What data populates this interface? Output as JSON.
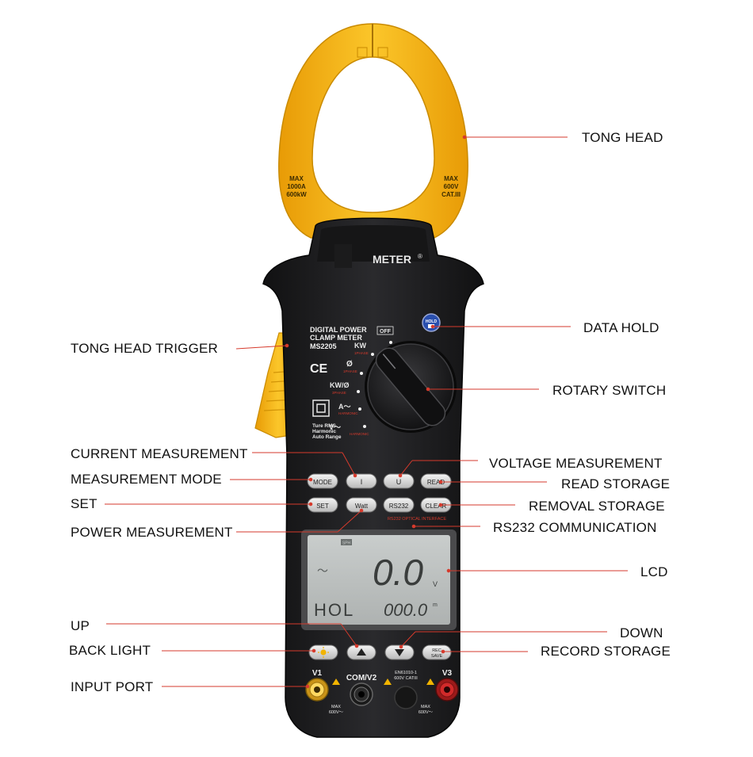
{
  "device": {
    "brand": "METER",
    "brand_mark": "®",
    "title_line1": "DIGITAL POWER",
    "title_line2": "CLAMP METER",
    "model": "MS2205",
    "jaw_left_line1": "MAX",
    "jaw_left_line2": "1000A",
    "jaw_left_line3": "600kW",
    "jaw_right_line1": "MAX",
    "jaw_right_line2": "600V",
    "jaw_right_line3": "CAT.III",
    "ce_mark": "CE",
    "features_line1": "Ture RMS",
    "features_line2": "Harmonic",
    "features_line3": "Auto Range",
    "dial": {
      "off": "OFF",
      "kw": "KW",
      "kw_sub": "1PHASE",
      "phi": "Ø",
      "phi_sub": "1PHASE",
      "kwphi": "KW/Ø",
      "kwphi_sub": "3PHASE",
      "amp": "A～",
      "amp_sub": "HARMONIC",
      "volt": "V～",
      "volt_sub": "HARMONIC"
    },
    "hold_button": "HOLD",
    "buttons": {
      "mode": "MODE",
      "current": "I",
      "voltage": "U",
      "read": "READ",
      "set": "SET",
      "watt": "Watt",
      "rs232": "RS232",
      "clear": "CLEAR",
      "rec_line1": "REC",
      "rec_line2": "SAVE"
    },
    "interface_label": "RS232 OPTICAL INTERFACE",
    "lcd": {
      "tag": "SPH",
      "main_value": "0.0",
      "unit": "V",
      "tilde": "～",
      "hold_text": "HOL",
      "sub_value": "000.0",
      "sub_unit": "m"
    },
    "ports": {
      "v1": "V1",
      "com": "COM/V2",
      "v3": "V3",
      "standard_line1": "EN61010-1",
      "standard_line2": "600V CATIII",
      "max_line1": "MAX",
      "max_line2": "600V～"
    }
  },
  "callouts": {
    "tong_head": "TONG HEAD",
    "data_hold": "DATA HOLD",
    "tong_head_trigger": "TONG HEAD TRIGGER",
    "rotary_switch": "ROTARY SWITCH",
    "current_measurement": "CURRENT MEASUREMENT",
    "voltage_measurement": "VOLTAGE MEASUREMENT",
    "measurement_mode": "MEASUREMENT MODE",
    "read_storage": "READ STORAGE",
    "set": "SET",
    "removal_storage": "REMOVAL STORAGE",
    "rs232_communication": "RS232 COMMUNICATION",
    "power_measurement": "POWER MEASUREMENT",
    "lcd": "LCD",
    "up": "UP",
    "down": "DOWN",
    "back_light": "BACK LIGHT",
    "record_storage": "RECORD STORAGE",
    "input_port": "INPUT PORT"
  },
  "colors": {
    "jaw_yellow": "#f5b20f",
    "body_black": "#1f1f21",
    "leader_red": "#d63a2c",
    "lcd_gray": "#bfc3c2"
  }
}
